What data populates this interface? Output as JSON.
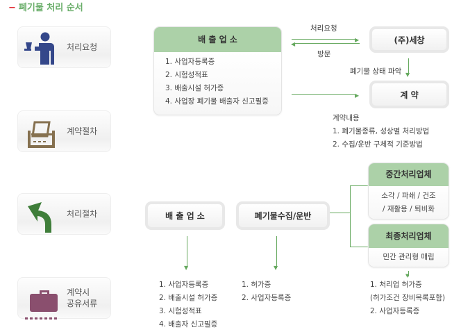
{
  "title": "폐기물 처리 순서",
  "steps": [
    {
      "label": "처리요청",
      "icon": "person-request-icon",
      "color": "#34478a"
    },
    {
      "label": "계약절차",
      "icon": "printer-paper-icon",
      "color": "#85704f"
    },
    {
      "label": "처리절차",
      "icon": "turn-left-arrow-icon",
      "color": "#3f7e3a"
    },
    {
      "label_line1": "계약시",
      "label_line2": "공유서류",
      "icon": "briefcase-icon",
      "color": "#8a4f6e"
    }
  ],
  "request": {
    "producer": {
      "title": "배 출 업 소",
      "items": [
        "1. 사업자등록증",
        "2. 시험성적표",
        "3. 배출시설 허가증",
        "4. 사업장 폐기물 배출자 신고필증"
      ]
    },
    "arrow_request": "처리요청",
    "arrow_visit": "방문",
    "company": "(주)세창",
    "check": "폐기물 상태 파악",
    "contract": "계 약"
  },
  "contract_details": {
    "title": "계약내용",
    "items": [
      "1. 폐기물종류, 성상별 처리방법",
      "2. 수집/운반 구체적 기준방법"
    ]
  },
  "process": {
    "producer": "배 출 업 소",
    "collector": "폐기물수집/운반",
    "intermediate": {
      "title": "중간처리업체",
      "line1": "소각 / 파쇄 / 건조",
      "line2": "/ 재활용 / 퇴비화"
    },
    "final": {
      "title": "최종처리업체",
      "line1": "민간 관리형 매립"
    }
  },
  "documents": {
    "producer": [
      "1. 사업자등록증",
      "2. 배출시설 허가증",
      "3. 시험성적표",
      "4. 배출자 신고필증"
    ],
    "collector": [
      "1. 허가증",
      "2. 사업자등록증"
    ],
    "processor": [
      "1. 처리업 허가증",
      "(허가조건 장비목록포함)",
      "2. 사업자등록증"
    ]
  },
  "colors": {
    "accent": "#66a95f",
    "header": "#acd1a8",
    "title": "#6aae6a"
  }
}
